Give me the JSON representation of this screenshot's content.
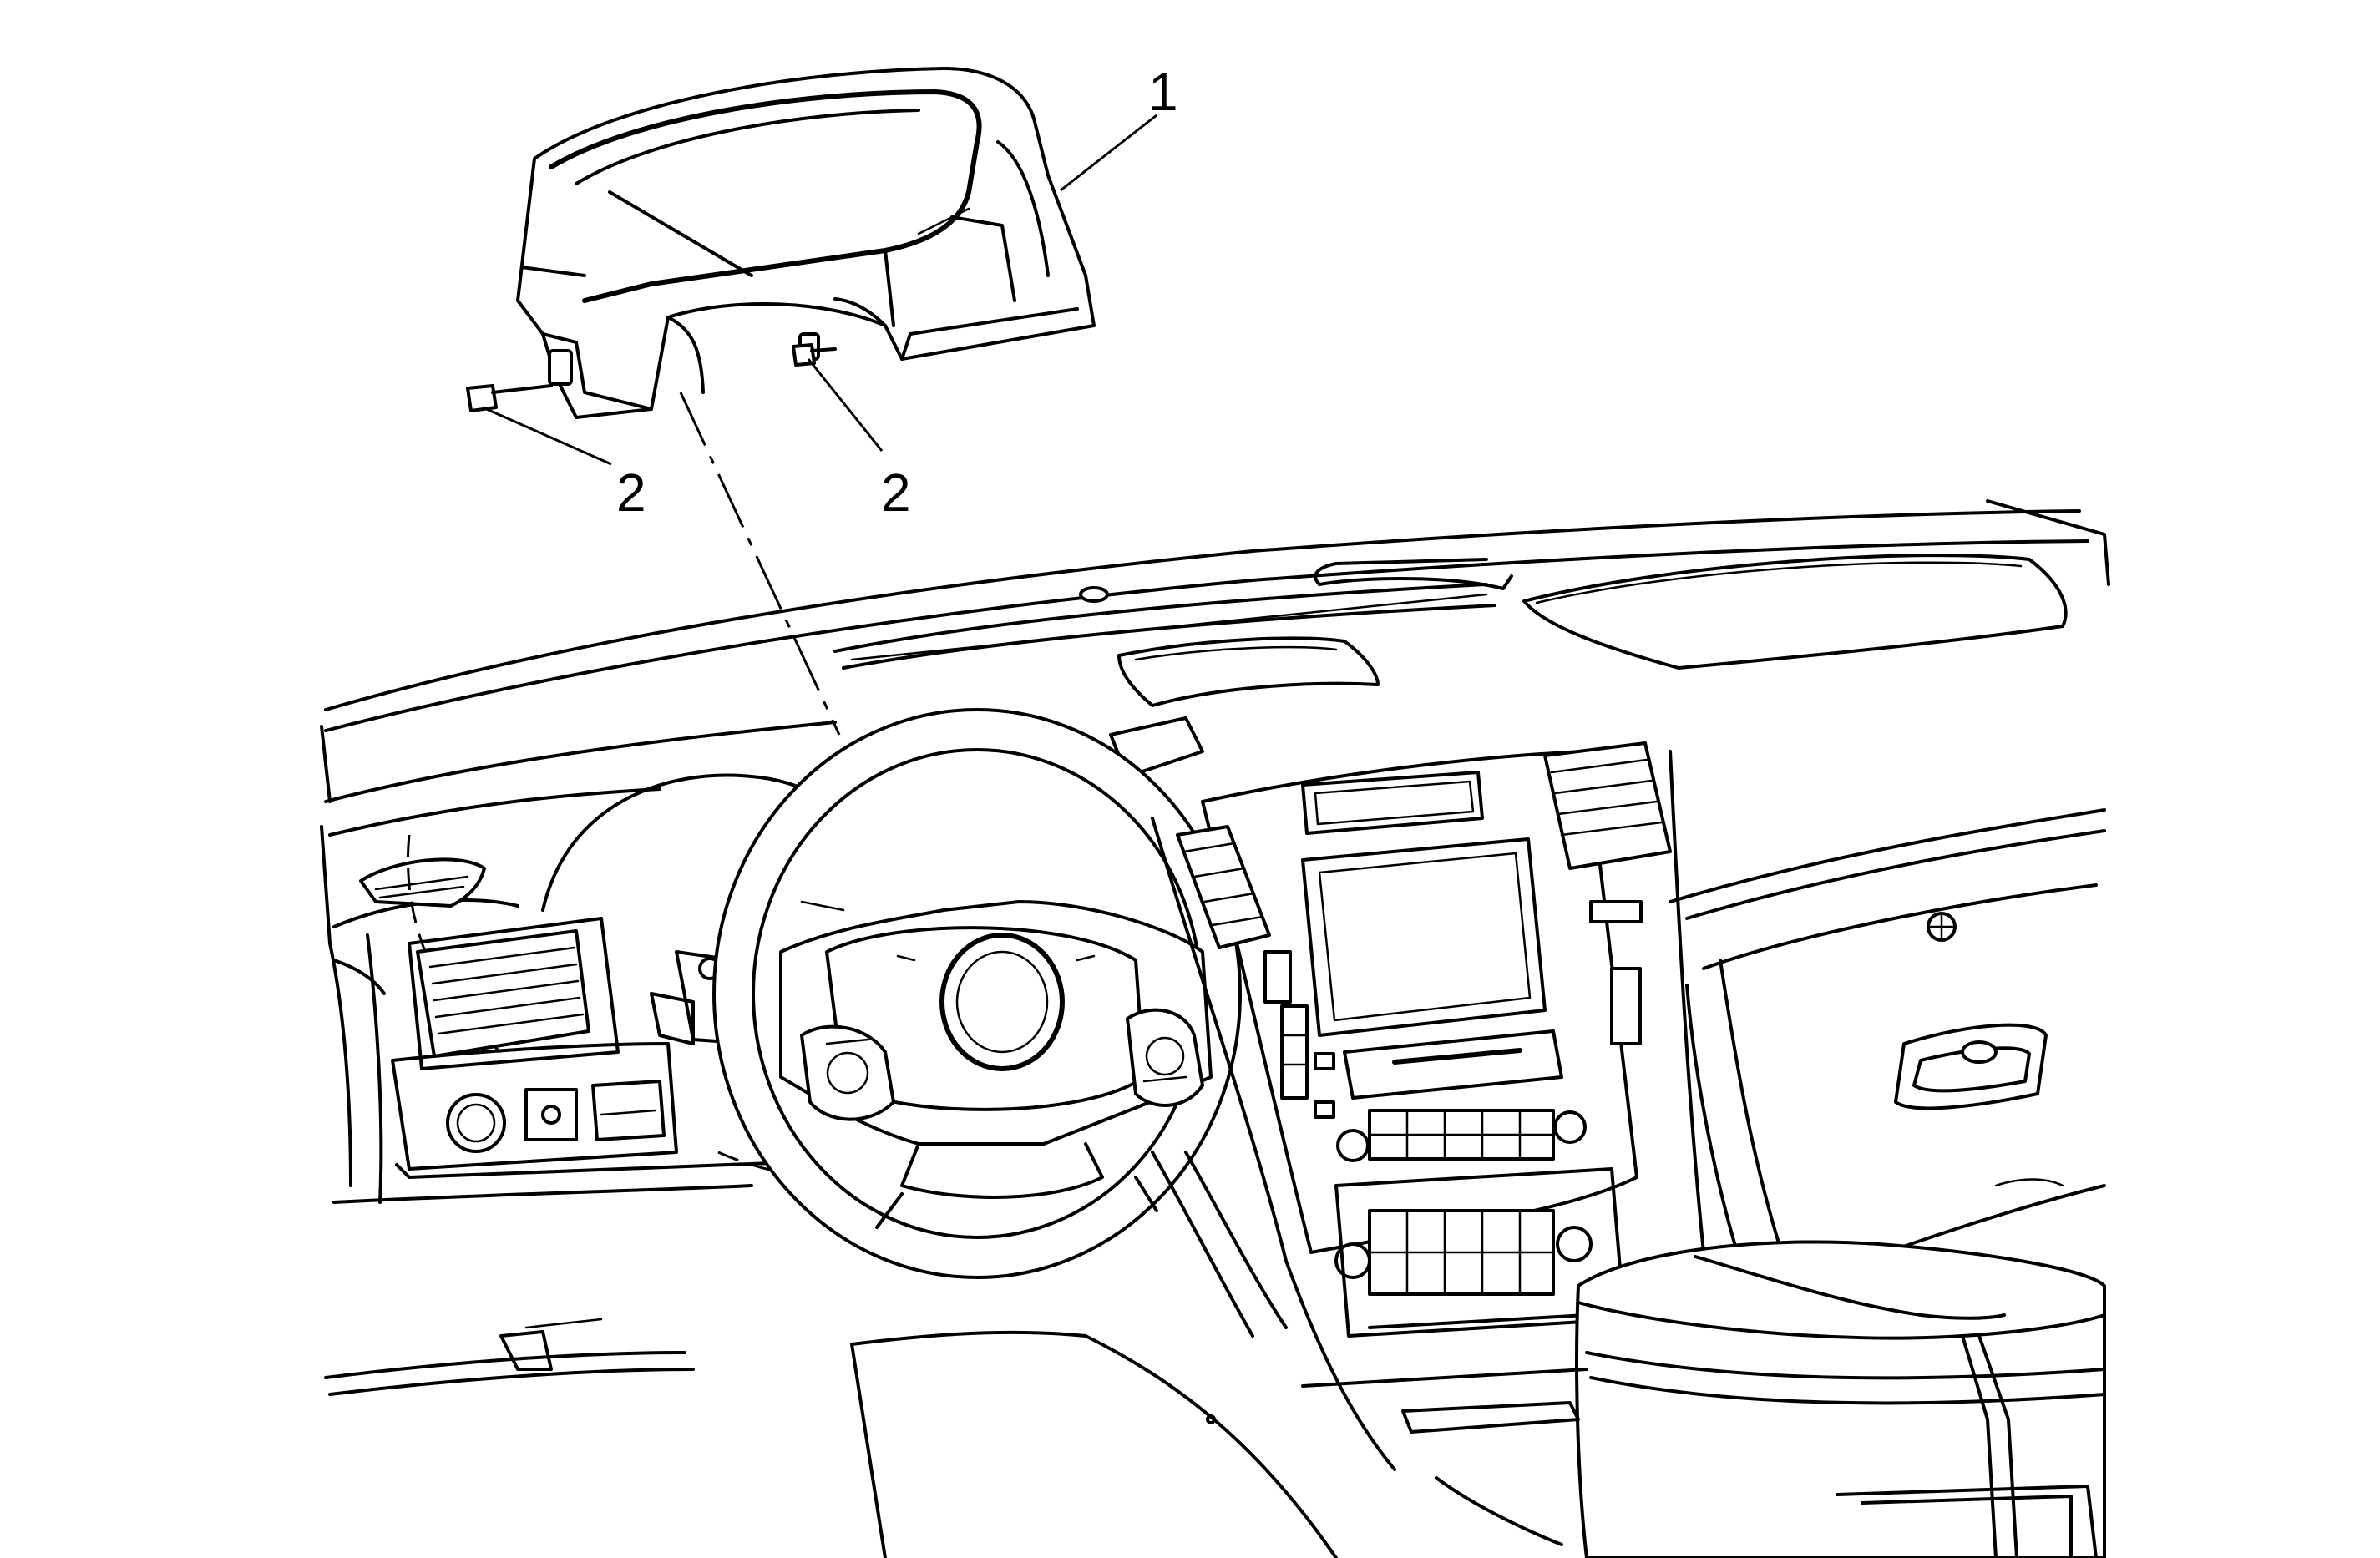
{
  "diagram": {
    "callouts": [
      {
        "id": "callout-1",
        "label": "1",
        "part": "instrument-panel-cluster-trim-bezel"
      },
      {
        "id": "callout-2-left",
        "label": "2",
        "part": "bezel-retainer-clip"
      },
      {
        "id": "callout-2-right",
        "label": "2",
        "part": "bezel-retainer-clip"
      }
    ]
  }
}
